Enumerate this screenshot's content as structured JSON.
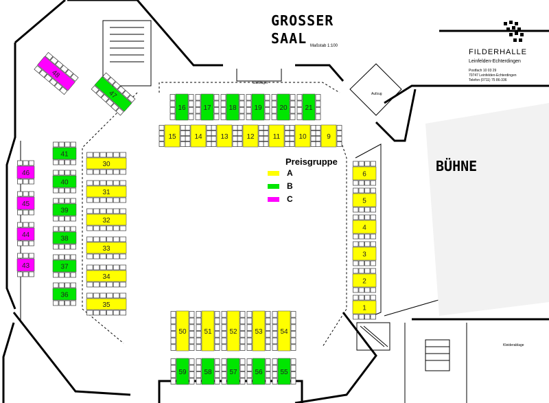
{
  "hall": {
    "title_line1": "GROSSER",
    "title_line2": "SAAL",
    "scale": "Maßstab 1:100",
    "stage_label": "BÜHNE",
    "fahrstuhl_label": "Aufzug",
    "stuhllager_label": "Stuhllager",
    "kleiderablage_label": "Kleiderablage"
  },
  "logo": {
    "name": "FILDERHALLE",
    "city": "Leinfelden-Echterdingen",
    "address1": "Postfach 10 03 29",
    "address2": "70747 Leinfelden-Echterdingen",
    "phone": "Telefon (0711) 75 86-336"
  },
  "legend": {
    "title": "Preisgruppe",
    "items": [
      {
        "label": "A",
        "color": "#ffff00"
      },
      {
        "label": "B",
        "color": "#00e600"
      },
      {
        "label": "C",
        "color": "#ff00ff"
      }
    ]
  },
  "tables": [
    {
      "n": "1",
      "g": "A"
    },
    {
      "n": "2",
      "g": "A"
    },
    {
      "n": "3",
      "g": "A"
    },
    {
      "n": "4",
      "g": "A"
    },
    {
      "n": "5",
      "g": "A"
    },
    {
      "n": "6",
      "g": "A"
    },
    {
      "n": "9",
      "g": "A"
    },
    {
      "n": "10",
      "g": "A"
    },
    {
      "n": "11",
      "g": "A"
    },
    {
      "n": "12",
      "g": "A"
    },
    {
      "n": "13",
      "g": "A"
    },
    {
      "n": "14",
      "g": "A"
    },
    {
      "n": "15",
      "g": "A"
    },
    {
      "n": "16",
      "g": "B"
    },
    {
      "n": "17",
      "g": "B"
    },
    {
      "n": "18",
      "g": "B"
    },
    {
      "n": "19",
      "g": "B"
    },
    {
      "n": "20",
      "g": "B"
    },
    {
      "n": "21",
      "g": "B"
    },
    {
      "n": "30",
      "g": "A"
    },
    {
      "n": "31",
      "g": "A"
    },
    {
      "n": "32",
      "g": "A"
    },
    {
      "n": "33",
      "g": "A"
    },
    {
      "n": "34",
      "g": "A"
    },
    {
      "n": "35",
      "g": "A"
    },
    {
      "n": "36",
      "g": "B"
    },
    {
      "n": "37",
      "g": "B"
    },
    {
      "n": "38",
      "g": "B"
    },
    {
      "n": "39",
      "g": "B"
    },
    {
      "n": "40",
      "g": "B"
    },
    {
      "n": "41",
      "g": "B"
    },
    {
      "n": "43",
      "g": "C"
    },
    {
      "n": "44",
      "g": "C"
    },
    {
      "n": "45",
      "g": "C"
    },
    {
      "n": "46",
      "g": "C"
    },
    {
      "n": "47",
      "g": "B"
    },
    {
      "n": "48",
      "g": "C"
    },
    {
      "n": "50",
      "g": "A"
    },
    {
      "n": "51",
      "g": "A"
    },
    {
      "n": "52",
      "g": "A"
    },
    {
      "n": "53",
      "g": "A"
    },
    {
      "n": "54",
      "g": "A"
    },
    {
      "n": "55",
      "g": "B"
    },
    {
      "n": "56",
      "g": "B"
    },
    {
      "n": "57",
      "g": "B"
    },
    {
      "n": "58",
      "g": "B"
    },
    {
      "n": "59",
      "g": "B"
    }
  ]
}
